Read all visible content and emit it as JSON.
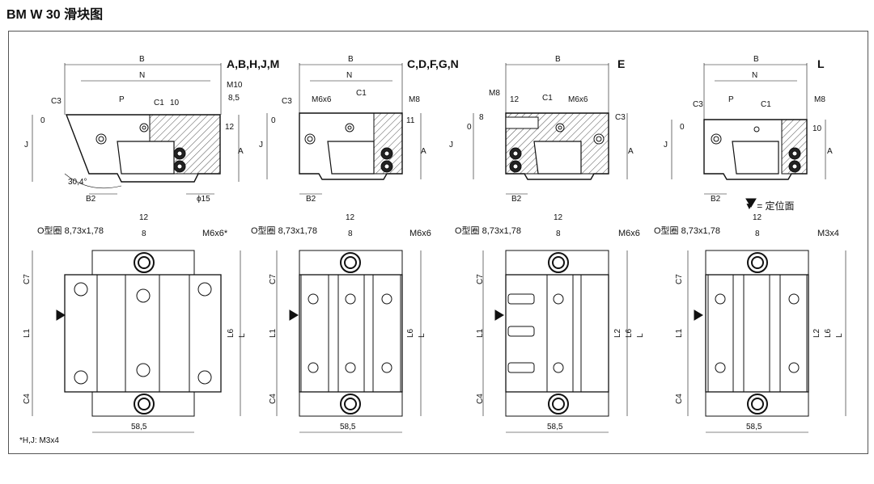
{
  "title": "BM W 30 滑块图",
  "variant_labels": [
    "A,B,H,J,M",
    "C,D,F,G,N",
    "E",
    "L"
  ],
  "dims": {
    "B": "B",
    "N": "N",
    "J": "J",
    "A": "A",
    "B2": "B2",
    "C1": "C1",
    "C3": "C3",
    "P": "P",
    "zero": "0",
    "M10": "M10",
    "M8": "M8",
    "d85": "8,5",
    "d12": "12",
    "d10": "10",
    "d11": "11",
    "d8": "8",
    "phi15": "ϕ15",
    "M6x6": "M6x6",
    "angle": "30,4°",
    "C7": "C7",
    "C4": "C4",
    "L1": "L1",
    "L2": "L2",
    "L6": "L6",
    "L": "L",
    "w585": "58,5"
  },
  "oring_label": "O型圈  8,73x1,78",
  "thread_labels": [
    "M6x6*",
    "M6x6",
    "M6x6",
    "M3x4"
  ],
  "legend": "▼  =  定位面",
  "footnote": "*H,J: M3x4"
}
